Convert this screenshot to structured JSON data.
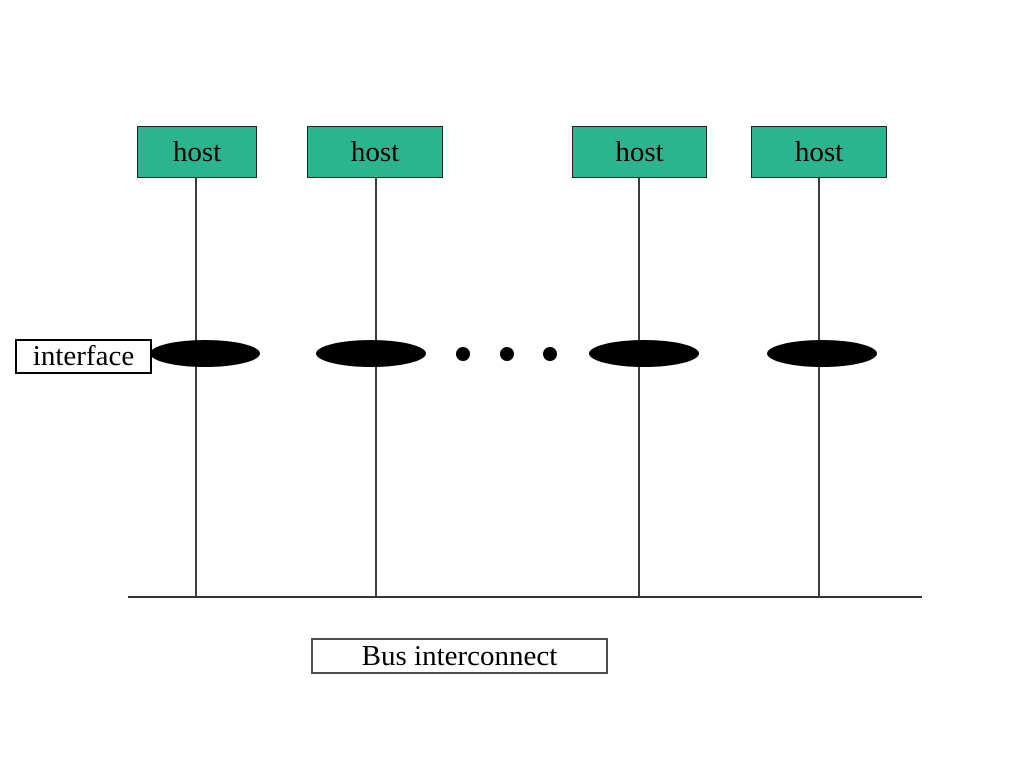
{
  "diagram": {
    "hosts": [
      {
        "label": "host"
      },
      {
        "label": "host"
      },
      {
        "label": "host"
      },
      {
        "label": "host"
      }
    ],
    "interface": {
      "label": "interface"
    },
    "bus": {
      "label": "Bus interconnect"
    },
    "ellipsis_dot_count": 3,
    "colors": {
      "host_fill": "#2bb48e",
      "host_border": "#222222",
      "connector_line": "#3d3d3d",
      "bus_line": "#333333",
      "ellipse_fill": "#000000",
      "label_box_border": "#000000",
      "background": "#ffffff",
      "text": "#000000"
    }
  }
}
